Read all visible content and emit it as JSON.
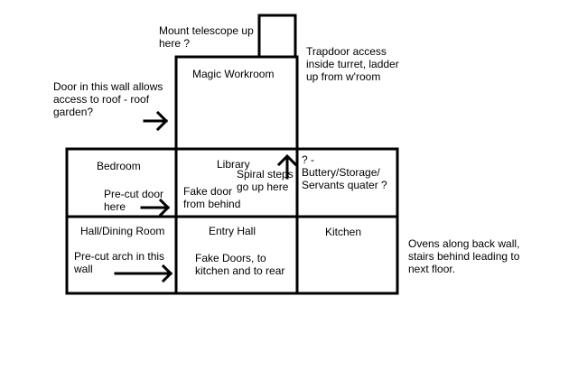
{
  "rooms": {
    "magic_workroom": "Magic Workroom",
    "bedroom": "Bedroom",
    "library": "Library",
    "buttery": "? -\nButtery/Storage/\nServants quater ?",
    "hall_dining": "Hall/Dining Room",
    "entry_hall": "Entry Hall",
    "kitchen": "Kitchen"
  },
  "notes": {
    "telescope": "Mount telescope up\nhere ?",
    "trapdoor": "Trapdoor access\ninside turret, ladder\nup from w'room",
    "roof_door": "Door in this wall allows\naccess to roof - roof\ngarden?",
    "spiral_steps": "Spiral steps\ngo up here",
    "precut_door": "Pre-cut door\nhere",
    "fake_door": "Fake door\nfrom behind",
    "precut_arch": "Pre-cut arch in this\nwall",
    "fake_doors": "Fake Doors, to\nkitchen and to rear",
    "ovens": "Ovens along back wall,\nstairs behind leading to\nnext floor."
  },
  "colors": {
    "line": "#000000",
    "background": "#ffffff"
  }
}
